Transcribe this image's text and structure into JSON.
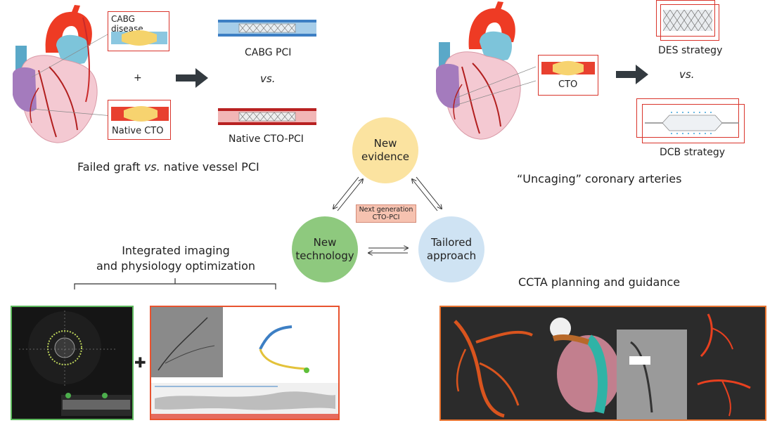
{
  "left": {
    "cabg_disease_label": "CABG disease",
    "native_cto_label": "Native CTO",
    "plus": "+",
    "cabg_pci_label": "CABG PCI",
    "vs": "vs.",
    "native_cto_pci_label": "Native CTO-PCI",
    "caption_prefix": "Failed graft ",
    "caption_vs": "vs.",
    "caption_suffix": " native vessel PCI"
  },
  "center": {
    "new_evidence": "New\nevidence",
    "new_technology": "New\ntechnology",
    "tailored_approach": "Tailored\napproach",
    "next_generation": "Next generation\nCTO-PCI"
  },
  "right": {
    "cto_label": "CTO",
    "des_strategy": "DES strategy",
    "vs": "vs.",
    "dcb_strategy": "DCB strategy",
    "caption": "“Uncaging” coronary arteries"
  },
  "bottom_left": {
    "caption_line1": "Integrated imaging",
    "caption_line2": "and physiology optimization",
    "plus": "✚"
  },
  "bottom_right": {
    "caption": "CCTA planning and guidance"
  },
  "colors": {
    "red_box": "#d9342b",
    "new_evidence_fill": "#fbe3a0",
    "new_technology_fill": "#8ec97e",
    "tailored_fill": "#cfe3f3",
    "next_gen_fill": "#f6c2b0",
    "panel_green": "#5cb85c",
    "panel_orange": "#e8732f"
  }
}
